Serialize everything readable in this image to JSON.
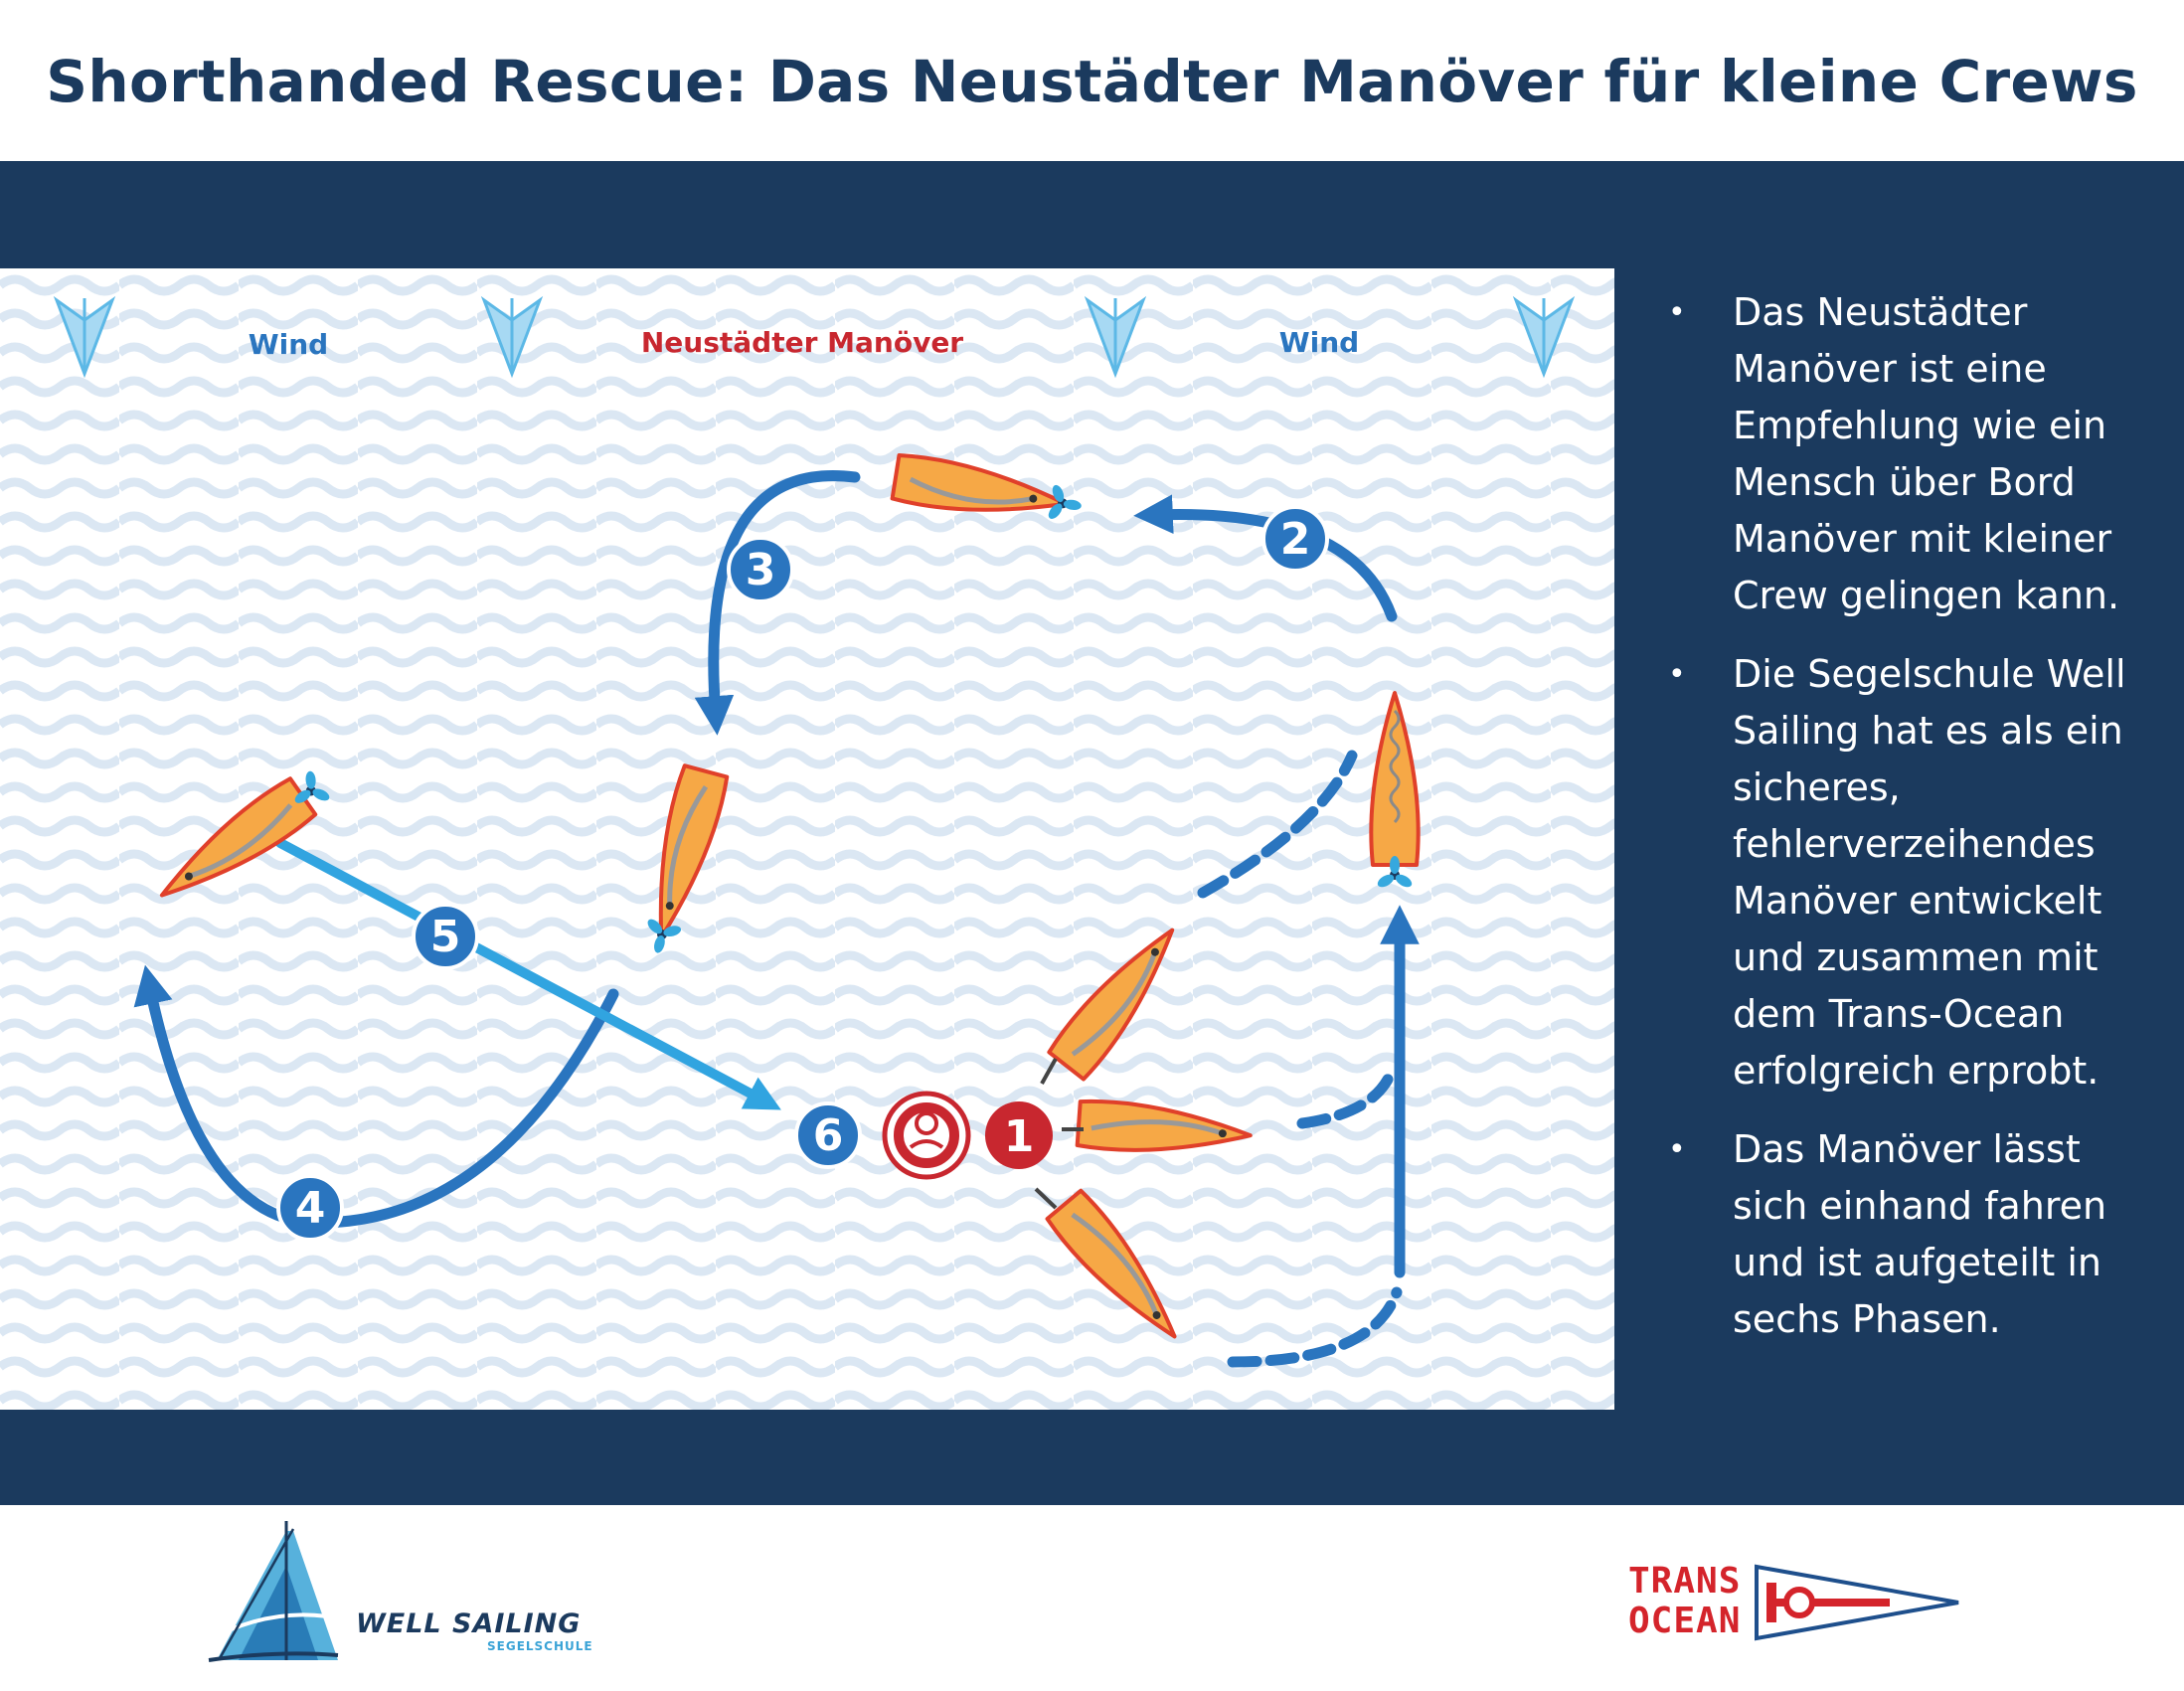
{
  "title": "Shorthanded Rescue: Das Neustädter Manöver für kleine Crews",
  "diagram": {
    "labels": {
      "wind_left": "Wind",
      "center": "Neustädter Manöver",
      "wind_right": "Wind"
    },
    "phases": [
      "1",
      "2",
      "3",
      "4",
      "5",
      "6"
    ],
    "colors": {
      "navy": "#1b3a5e",
      "hull": "#f6a846",
      "hull_edge": "#e0402a",
      "path_blue": "#2a75bf",
      "path_light": "#31a4e0",
      "red": "#c8272f",
      "wave": "#dbe7f3"
    }
  },
  "info": {
    "bullets": [
      "Das Neustädter Manöver ist eine Empfehlung wie ein Mensch über Bord Manöver mit kleiner Crew gelingen kann.",
      "Die Segelschule Well Sailing hat es als ein sicheres, fehlerverzeihendes Manöver entwickelt und zusammen mit dem Trans-Ocean erfolgreich erprobt.",
      "Das Manöver lässt sich einhand fahren und ist aufgeteilt in sechs Phasen."
    ]
  },
  "logos": {
    "well_sailing": {
      "name": "WELL SAILING",
      "sub": "SEGELSCHULE"
    },
    "trans_ocean": {
      "line1": "TRANS",
      "line2": "OCEAN"
    }
  }
}
